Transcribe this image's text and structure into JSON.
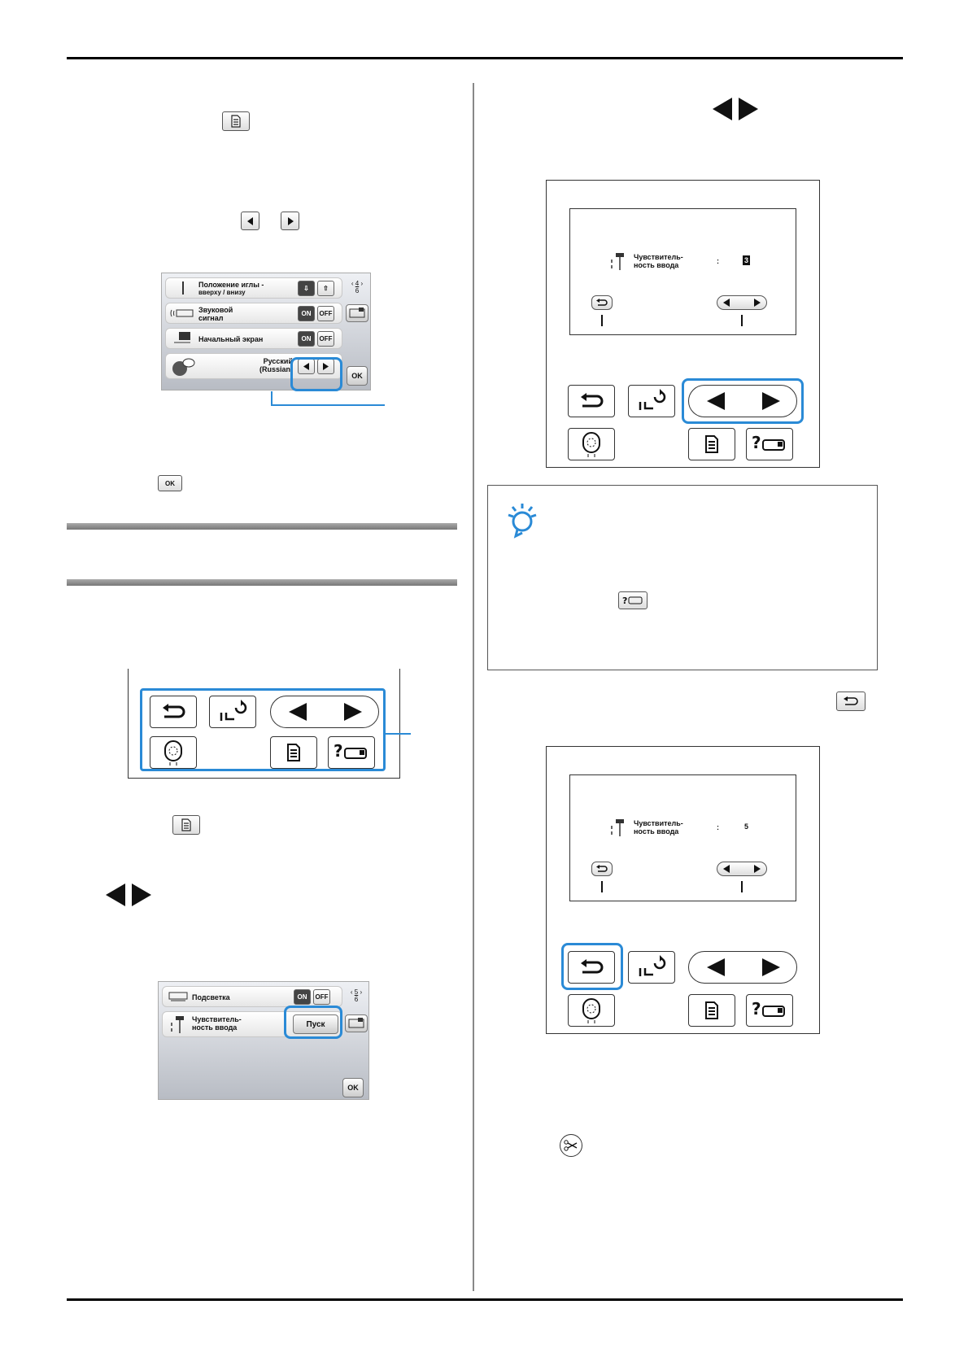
{
  "screen_a": {
    "rows": [
      {
        "label_line1": "Положение иглы -",
        "label_line2": "вверху / внизу"
      },
      {
        "label_line1": "Звуковой",
        "label_line2": "сигнал",
        "on": "ON",
        "off": "OFF"
      },
      {
        "label_line1": "Начальный экран",
        "on": "ON",
        "off": "OFF"
      },
      {
        "label_line1": "Русский",
        "label_line2": "(Russian)"
      }
    ],
    "page_current": "4",
    "page_total": "6",
    "ok": "OK"
  },
  "screen_b": {
    "rows": [
      {
        "label_line1": "Подсветка",
        "on": "ON",
        "off": "OFF"
      },
      {
        "label_line1": "Чувствитель-",
        "label_line2": "ность ввода",
        "start": "Пуск"
      }
    ],
    "page_current": "5",
    "page_total": "6",
    "ok": "OK"
  },
  "inline_keys": {
    "ok": "OK"
  },
  "lcd_1": {
    "label_line1": "Чувствитель-",
    "label_line2": "ность ввода",
    "colon": ":",
    "value": "3"
  },
  "lcd_2": {
    "label_line1": "Чувствитель-",
    "label_line2": "ность ввода",
    "colon": ":",
    "value": "5"
  },
  "colors": {
    "highlight": "#2a8ad6"
  },
  "icons": [
    "settings-icon",
    "left-arrow-icon",
    "right-arrow-icon",
    "back-icon",
    "presser-foot-icon",
    "embroidery-icon",
    "help-icon",
    "thread-cutter-icon",
    "note-bulb-icon"
  ]
}
